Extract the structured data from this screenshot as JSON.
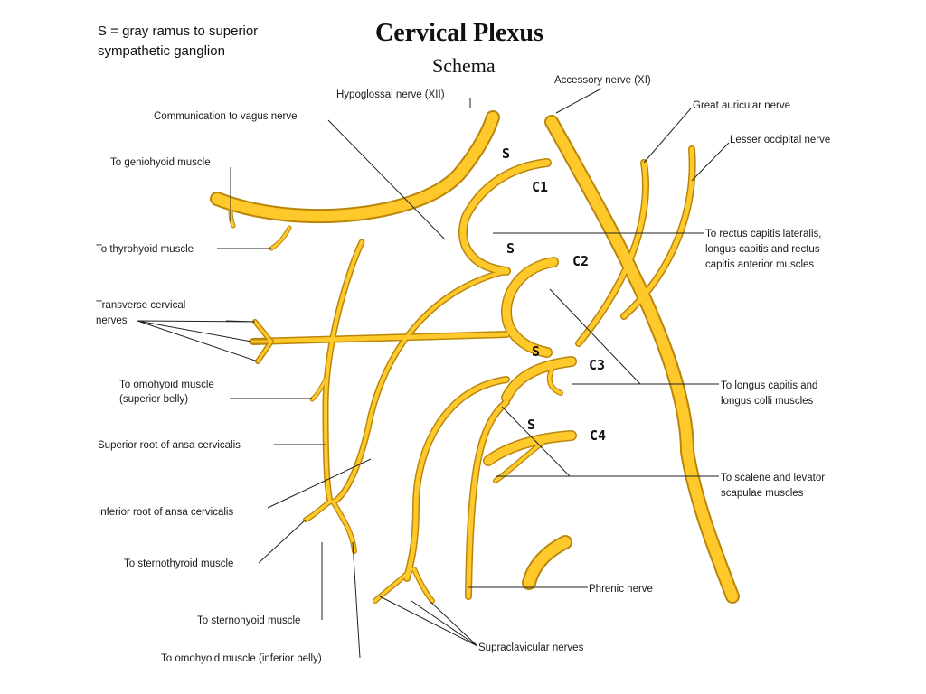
{
  "header_note": [
    "S = gray ramus to superior",
    "sympathetic ganglion"
  ],
  "title": "Cervical Plexus",
  "subtitle": "Schema",
  "labels": {
    "hypoglossal": "Hypoglossal nerve (XII)",
    "communication_vagus": "Communication to vagus nerve",
    "geniohyoid": "To geniohyoid muscle",
    "thyrohyoid": "To thyrohyoid muscle",
    "transverse_cervical": [
      "Transverse cervical",
      "nerves"
    ],
    "omohyoid_superior": [
      "To omohyoid muscle",
      "(superior belly)"
    ],
    "superior_root": "Superior root of ansa cervicalis",
    "inferior_root": "Inferior root of ansa cervicalis",
    "sternothyroid": "To sternothyroid muscle",
    "sternohyoid": "To sternohyoid muscle",
    "omohyoid_inferior": "To omohyoid muscle (inferior belly)",
    "accessory": "Accessory nerve (XI)",
    "great_auricular": "Great auricular nerve",
    "lesser_occipital": "Lesser occipital nerve",
    "rectus_capitis": [
      "To rectus capitis lateralis,",
      "longus capitis and rectus",
      "capitis anterior muscles"
    ],
    "longus": [
      "To longus capitis and",
      "longus colli muscles"
    ],
    "scalene": [
      "To scalene and levator",
      "scapulae muscles"
    ],
    "phrenic": "Phrenic nerve",
    "supraclavicular": "Supraclavicular nerves"
  },
  "roots": [
    "C1",
    "C2",
    "C3",
    "C4"
  ],
  "gray_ramus_marker": "S",
  "colors": {
    "nerve_fill": "#ffc92c",
    "nerve_edge": "#b9860a",
    "leader": "#222222"
  }
}
